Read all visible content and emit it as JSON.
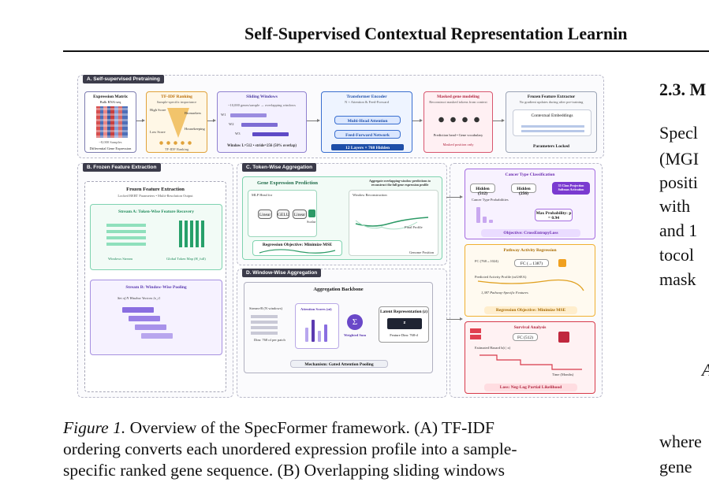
{
  "header": {
    "title": "Self-Supervised Contextual Representation Learnin"
  },
  "figure": {
    "panel_a": {
      "tag": "A. Self-supervised Pretraining",
      "expr": {
        "title": "Expression Matrix",
        "sub": "Bulk RNA-seq",
        "footer": "Differential Gene Expression",
        "axis": "~8,000 Samples"
      },
      "tfidf": {
        "title": "TF-IDF Ranking",
        "sub": "Sample-specific importance",
        "high": "High Score",
        "low": "Low Score",
        "bio": "Biomarkers",
        "house": "Housekeeping",
        "footer": "TF-IDF Ranking"
      },
      "sliding": {
        "title": "Sliding Windows",
        "sub": "~10,000 genes/sample → overlapping windows",
        "w1": "W1",
        "w2": "W2",
        "w3": "W3",
        "footer": "Window L=512 • stride=256 (50% overlap)"
      },
      "transformer": {
        "title": "Transformer Encoder",
        "sub": "N × Attention & Feed-Forward",
        "mha": "Multi-Head Attention",
        "ffn": "Feed-Forward Network",
        "footer": "12 Layers × 768 Hidden"
      },
      "masked": {
        "title": "Masked gene modeling",
        "sub": "Reconstruct masked tokens from context",
        "pred": "Prediction head • Gene vocabulary",
        "footer": "Masked position only"
      },
      "frozen": {
        "title": "Frozen Feature Extractor",
        "sub": "No gradient updates during after pre-training",
        "emb": "Contextual Embeddings",
        "footer": "Parameters Locked"
      }
    },
    "panel_b": {
      "tag": "B. Frozen Feature Extraction",
      "title": "Frozen Feature Extraction",
      "sub": "Locked BERT Parameters • Multi-Resolution Output",
      "streamA": "Stream A: Token-Wise Feature Recovery",
      "window_stream": "Windows Stream",
      "token_map": "Global Token Map (H_full)",
      "streamB": "Stream B: Window-Wise Pooling",
      "set": "Set of N Window Vectors {z_i}"
    },
    "panel_c": {
      "tag": "C. Token-Wise Aggregation",
      "title": "Gene Expression Prediction",
      "note": "Aggregate overlapping-window predictions to reconstruct the full gene expression profile",
      "mlp": "MLP Head for",
      "linear": "Linear",
      "gelu": "GELU",
      "scalar": "Scalar",
      "recon": "Window Reconstruction",
      "final": "Final Profile",
      "objective": "Regression Objective: Minimize MSE",
      "genome": "Genome Position"
    },
    "panel_d": {
      "tag": "D. Window-Wise Aggregation",
      "title": "Aggregation Backbone",
      "stream": "Stream-B (N windows)",
      "attn": "Attention Scores (αi)",
      "dim": "Dim: 768 of per patch",
      "sum": "Weighted Sum",
      "latent": "Latent Representation (z)",
      "z": "z",
      "feat": "Feature Dim: 768-d",
      "mech": "Mechanism: Gated Attention Pooling"
    },
    "heads": {
      "cancer": {
        "title": "Cancer Type Classification",
        "hidden1": "Hidden (512)",
        "hidden2": "Hidden (256)",
        "cls": "33 Class Projection Softmax Activation",
        "probs": "Cancer Type Probabilities",
        "maxp": "Max Probability: p = 0.94",
        "objective": "Objective: CrossEntropyLoss"
      },
      "pathway": {
        "title": "Pathway Activity Regression",
        "fc1": "FC (768→1024)",
        "fc2": "FC (→1387)",
        "profile": "Predicted Activity Profile (ssGSEA)",
        "features": "1,387 Pathway-Specific Features",
        "objective": "Regression Objective: Minimize MSE"
      },
      "survival": {
        "title": "Survival Analysis",
        "fc": "FC (512)",
        "hazard": "Estimated Hazard h(t | x)",
        "time": "Time (Months)",
        "objective": "Loss: Neg-Log Partial Likelihood"
      }
    }
  },
  "caption": {
    "label": "Figure 1.",
    "line1": "Overview of the SpecFormer framework. (A) TF-IDF",
    "line2": "ordering converts each unordered expression profile into a sample-",
    "line3": "specific ranked gene sequence. (B) Overlapping sliding windows"
  },
  "right_column": {
    "section": "2.3. M",
    "lines": [
      "Specl",
      "(MGI",
      "positi",
      "with",
      "and 1",
      "tocol",
      "mask"
    ],
    "where": "where",
    "gene": "gene",
    "fragment": "A"
  }
}
